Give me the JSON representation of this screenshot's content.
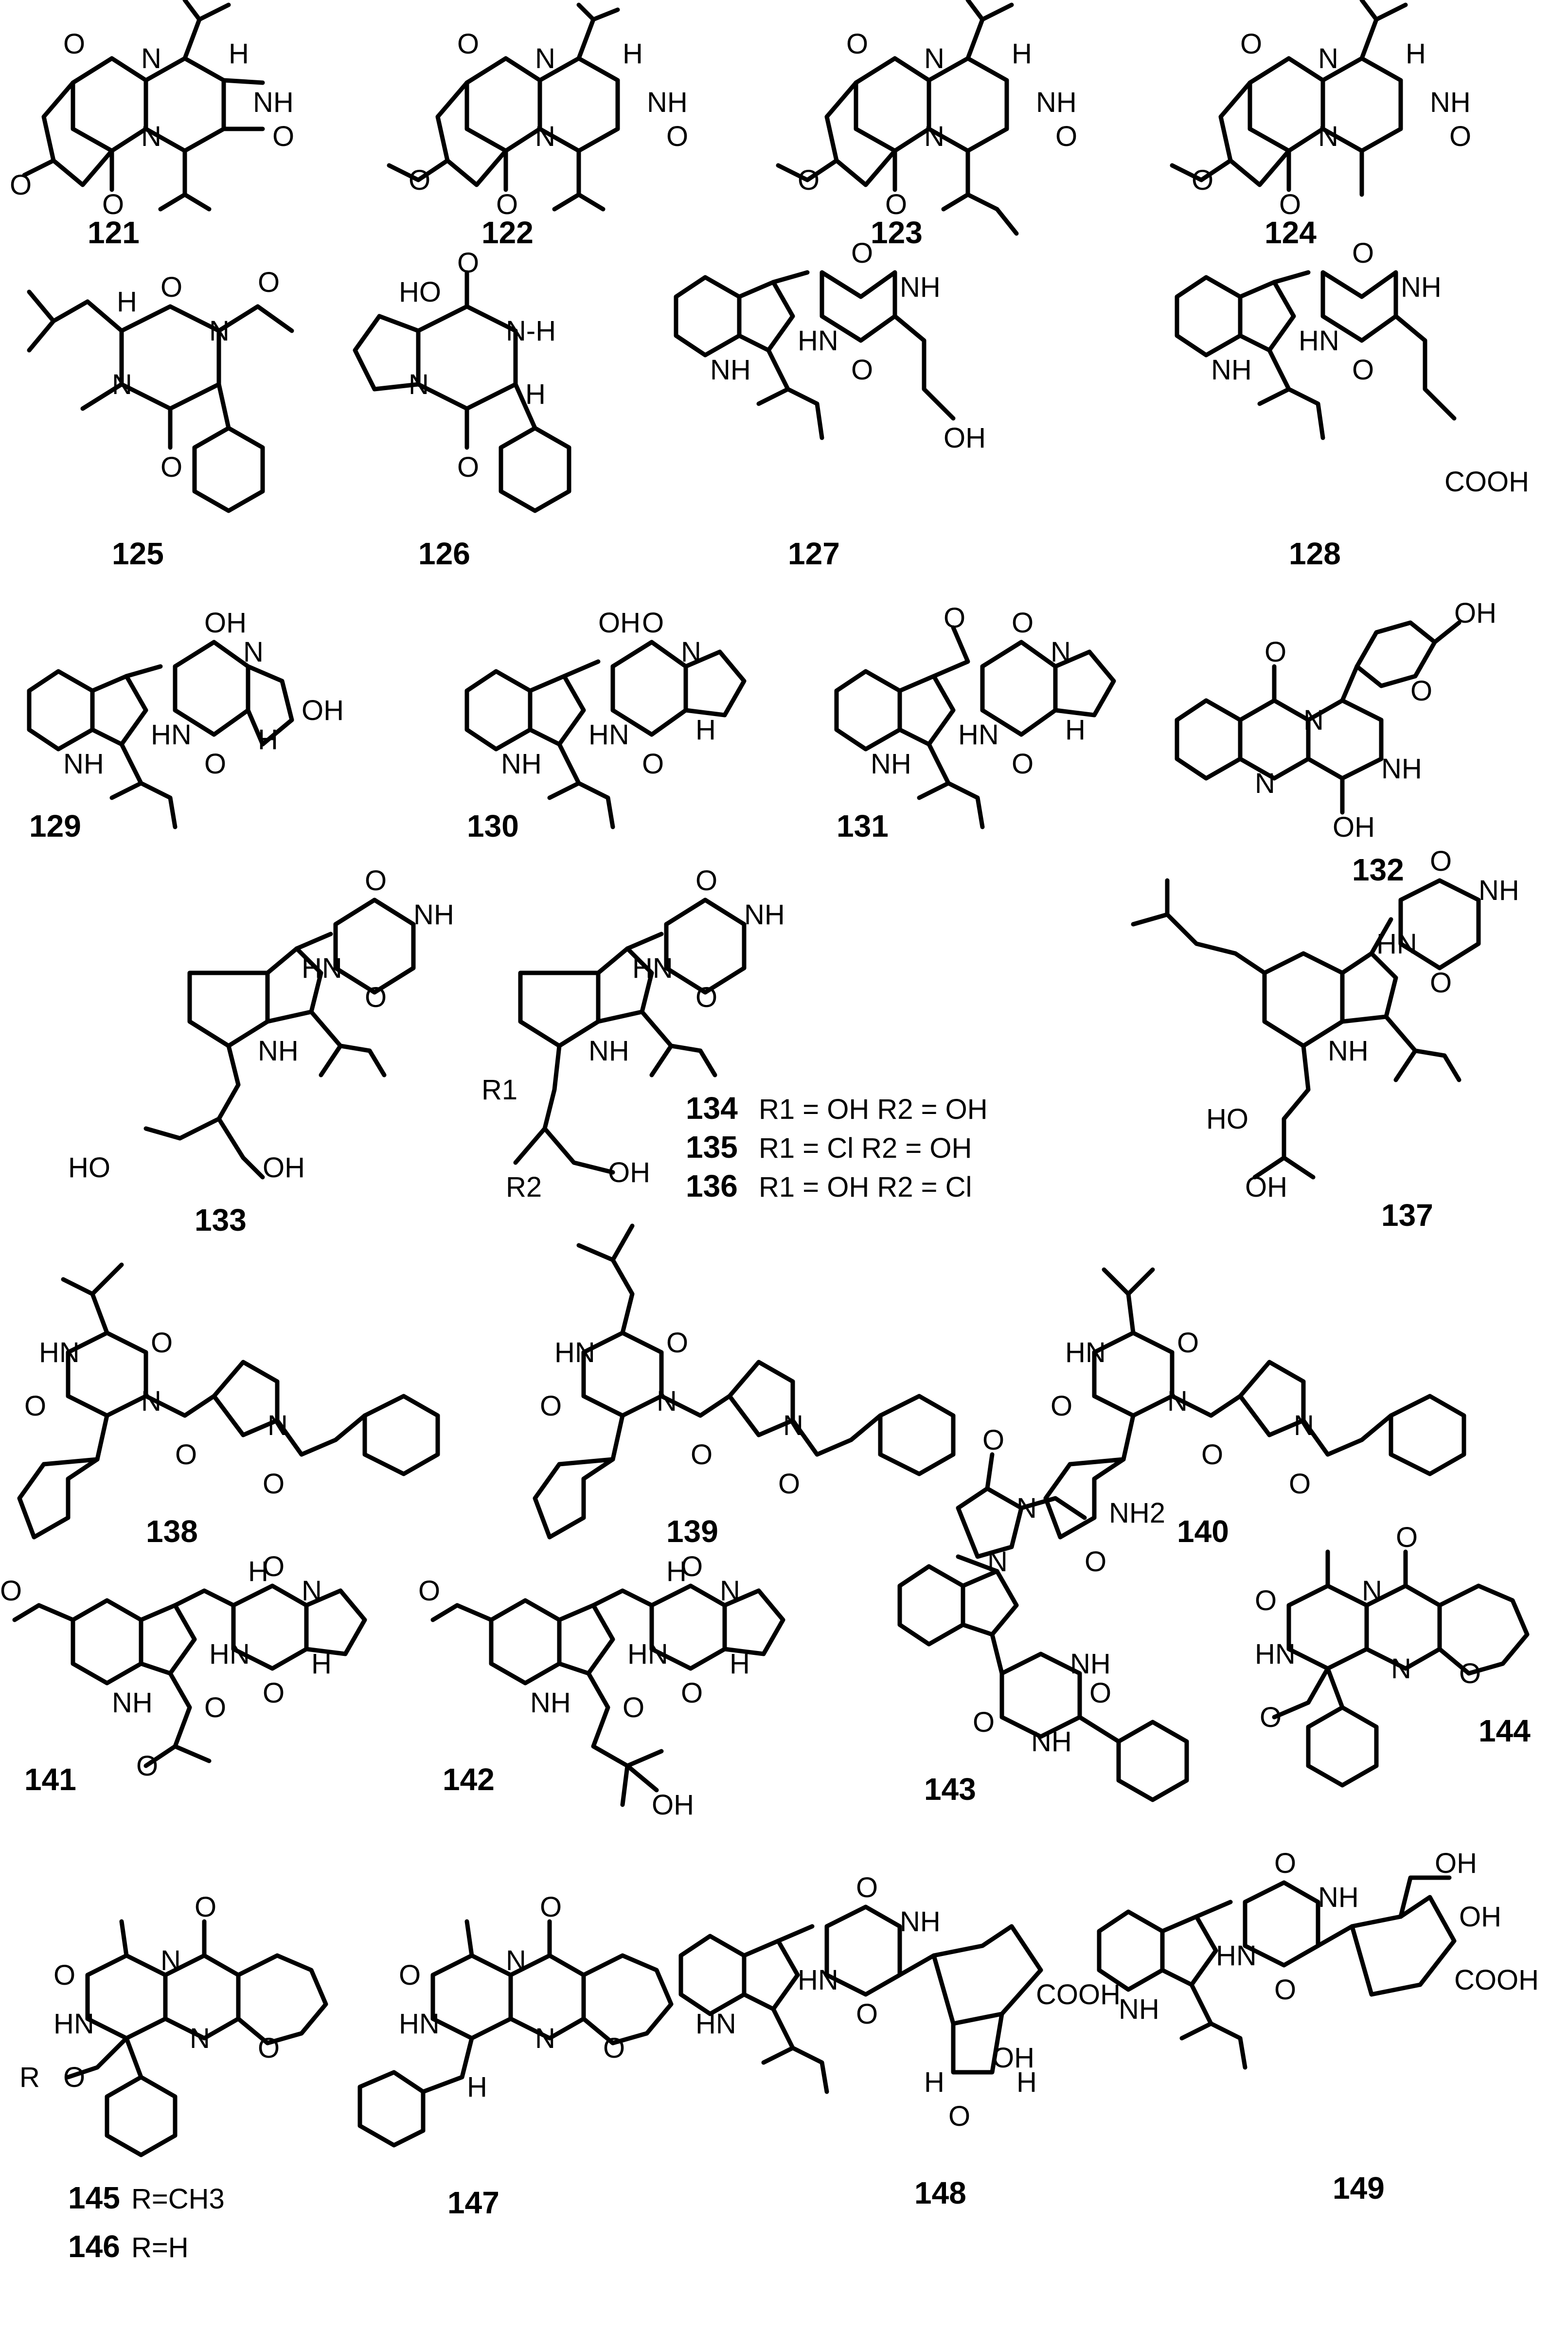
{
  "compounds": [
    {
      "id": "121"
    },
    {
      "id": "122"
    },
    {
      "id": "123"
    },
    {
      "id": "124"
    },
    {
      "id": "125"
    },
    {
      "id": "126"
    },
    {
      "id": "127"
    },
    {
      "id": "128"
    },
    {
      "id": "129"
    },
    {
      "id": "130"
    },
    {
      "id": "131"
    },
    {
      "id": "132"
    },
    {
      "id": "133"
    },
    {
      "id": "134"
    },
    {
      "id": "135"
    },
    {
      "id": "136"
    },
    {
      "id": "137"
    },
    {
      "id": "138"
    },
    {
      "id": "139"
    },
    {
      "id": "140"
    },
    {
      "id": "141"
    },
    {
      "id": "142"
    },
    {
      "id": "143"
    },
    {
      "id": "144"
    },
    {
      "id": "145"
    },
    {
      "id": "146"
    },
    {
      "id": "147"
    },
    {
      "id": "148"
    },
    {
      "id": "149"
    }
  ],
  "labels": {
    "r134": "R1 = OH   R2 = OH",
    "r135": "R1 = Cl   R2 = OH",
    "r136": "R1 = OH   R2 = Cl",
    "r145": "R=CH3",
    "r146": "R=H"
  },
  "atoms": {
    "O": "O",
    "N": "N",
    "NH": "NH",
    "HN": "HN",
    "H": "H",
    "OH": "OH",
    "HO": "HO",
    "COOH": "COOH",
    "NH2": "NH2",
    "Cl": "Cl",
    "R": "R",
    "R1": "R1",
    "R2": "R2",
    "NH_H": "N-H"
  }
}
